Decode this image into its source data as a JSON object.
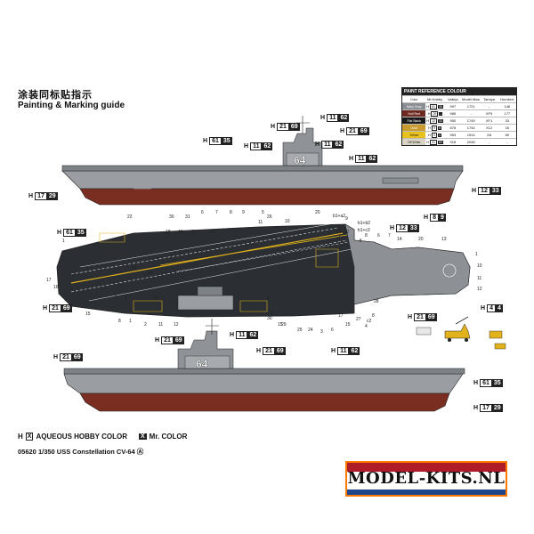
{
  "header": {
    "title_cn": "涂装同标贴指示",
    "title_en": "Painting & Marking guide"
  },
  "reference": {
    "title": "PAINT REFERENCE COLOUR",
    "columns": [
      "Color",
      "Mr.Hobby",
      "Vallejo",
      "Model Master",
      "Tamiya",
      "Humbrol"
    ],
    "rows": [
      {
        "color": "Navy Gray",
        "swatch": "#8a8f94",
        "h": "H",
        "n": "61",
        "x": "35",
        "vallejo": "997",
        "mm": "1721",
        "tamiya": "-",
        "humbrol": "146"
      },
      {
        "color": "Hull Red",
        "swatch": "#6e2a20",
        "h": "H",
        "n": "29",
        "x": "-",
        "vallejo": "985",
        "mm": "-",
        "tamiya": "XF9",
        "humbrol": "177"
      },
      {
        "color": "Flat Black",
        "swatch": "#1a1a1a",
        "h": "H",
        "n": "12",
        "x": "33",
        "vallejo": "950",
        "mm": "1749",
        "tamiya": "XF1",
        "humbrol": "33"
      },
      {
        "color": "Gold",
        "swatch": "#c99a2e",
        "h": "H",
        "n": "9",
        "x": "8",
        "vallejo": "878",
        "mm": "1744",
        "tamiya": "X12",
        "humbrol": "16"
      },
      {
        "color": "Yellow",
        "swatch": "#e8c11c",
        "h": "H",
        "n": "4",
        "x": "4",
        "vallejo": "953",
        "mm": "1514",
        "tamiya": "X8",
        "humbrol": "69"
      },
      {
        "color": "Off White",
        "swatch": "#d8d3c4",
        "h": "H",
        "n": "21",
        "x": "69",
        "vallejo": "918",
        "mm": "2036",
        "tamiya": "-",
        "humbrol": "-"
      }
    ]
  },
  "callouts": [
    {
      "h": "H",
      "n": "21",
      "x": "69"
    },
    {
      "h": "H",
      "n": "11",
      "x": "62"
    },
    {
      "h": "H",
      "n": "11",
      "x": "62"
    },
    {
      "h": "H",
      "n": "21",
      "x": "69"
    },
    {
      "h": "H",
      "n": "61",
      "x": "35"
    },
    {
      "h": "H",
      "n": "11",
      "x": "62"
    },
    {
      "h": "H",
      "n": "11",
      "x": "62"
    },
    {
      "h": "H",
      "n": "17",
      "x": "29"
    },
    {
      "h": "H",
      "n": "12",
      "x": "33"
    },
    {
      "h": "H",
      "n": "61",
      "x": "35"
    },
    {
      "h": "H",
      "n": "12",
      "x": "33"
    },
    {
      "h": "H",
      "n": "8",
      "x": "9"
    },
    {
      "h": "H",
      "n": "21",
      "x": "69"
    },
    {
      "h": "H",
      "n": "21",
      "x": "69"
    },
    {
      "h": "H",
      "n": "4",
      "x": "4"
    },
    {
      "h": "H",
      "n": "21",
      "x": "69"
    },
    {
      "h": "H",
      "n": "11",
      "x": "62"
    },
    {
      "h": "H",
      "n": "21",
      "x": "69"
    },
    {
      "h": "H",
      "n": "21",
      "x": "69"
    },
    {
      "h": "H",
      "n": "11",
      "x": "62"
    },
    {
      "h": "H",
      "n": "61",
      "x": "35"
    },
    {
      "h": "H",
      "n": "17",
      "x": "29"
    }
  ],
  "part_numbers": [
    "22",
    "30",
    "31",
    "6",
    "7",
    "8",
    "9",
    "5",
    "26",
    "20",
    "1",
    "18",
    "19",
    "21",
    "23",
    "8",
    "1",
    "15",
    "3",
    "5",
    "2",
    "11",
    "12",
    "17",
    "16",
    "13",
    "14",
    "23",
    "2",
    "29",
    "17",
    "27",
    "8",
    "25",
    "24",
    "3",
    "6",
    "15",
    "4",
    "28",
    "10",
    "11",
    "12",
    "1",
    "13",
    "20",
    "14",
    "6",
    "7",
    "8",
    "9",
    "b1+a2",
    "b1+b2",
    "b1+c2",
    "b1+a2",
    "c1",
    "c2",
    "7",
    "30",
    "11",
    "10",
    "15",
    "5",
    "7"
  ],
  "legend": {
    "hx_label": "H",
    "x_mark": "X",
    "aqueous": "AQUEOUS HOBBY COLOR",
    "mr_color": "Mr. COLOR"
  },
  "footer": {
    "kit_line": "05620 1/350 USS Constellation CV-64 Ⓐ",
    "brand": "MODEL-KITS.NL"
  },
  "colors": {
    "navy_gray": "#9a9ea3",
    "hull_red": "#7a2e22",
    "flight_deck": "#2b2e33",
    "stripe_yellow": "#e1b21c",
    "brand_orange": "#ff7a00"
  }
}
